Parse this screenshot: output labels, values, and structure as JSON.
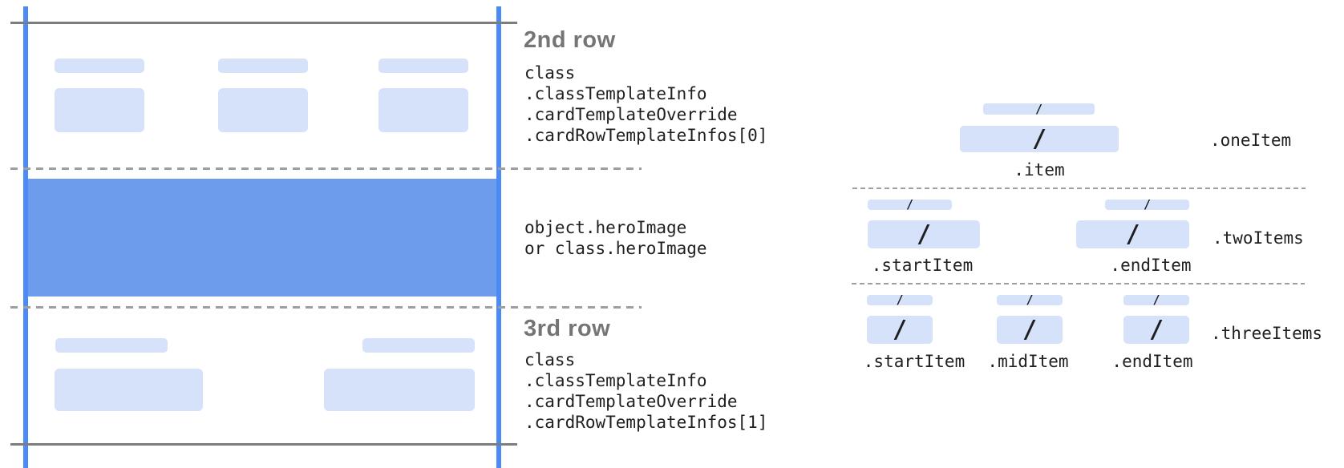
{
  "colors": {
    "placeholder_blue": "#d5e2fa",
    "hero_band_blue": "#6d9cec",
    "guide_line_blue": "#4b8bf5",
    "boundary_gray": "#7d7d7d",
    "dashed_gray": "#9e9e9e",
    "heading_gray": "#757575",
    "code_text": "#1f1f1f"
  },
  "annotations": {
    "row2": {
      "title": "2nd row",
      "lines": [
        "class",
        ".classTemplateInfo",
        ".cardTemplateOverride",
        ".cardRowTemplateInfos[0]"
      ]
    },
    "hero": {
      "lines": [
        "object.heroImage",
        "or class.heroImage"
      ]
    },
    "row3": {
      "title": "3rd row",
      "lines": [
        "class",
        ".classTemplateInfo",
        ".cardTemplateOverride",
        ".cardRowTemplateInfos[1]"
      ]
    }
  },
  "layouts": {
    "slash": "/",
    "one_item": {
      "name": ".oneItem",
      "items": [
        ".item"
      ]
    },
    "two_items": {
      "name": ".twoItems",
      "items": [
        ".startItem",
        ".endItem"
      ]
    },
    "three_items": {
      "name": ".threeItems",
      "items": [
        ".startItem",
        ".midItem",
        ".endItem"
      ]
    }
  }
}
